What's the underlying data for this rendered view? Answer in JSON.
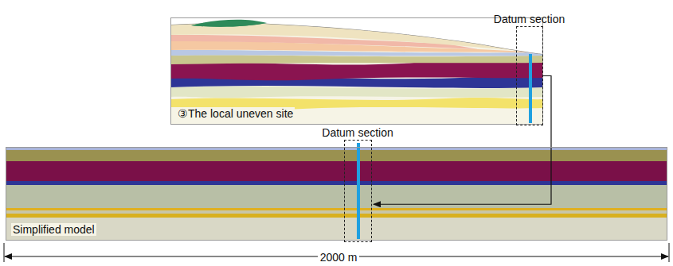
{
  "diagram": {
    "nodes": [
      {
        "text": [
          "③The local uneven site"
        ]
      },
      {
        "text": [
          "Datum section"
        ],
        "in": 0
      },
      {
        "text": [
          "Simplified model"
        ]
      },
      {
        "text": [
          "Datum section"
        ],
        "in": 2
      }
    ],
    "edges": [
      {
        "from": 1,
        "to": 3,
        "arrow": "to"
      }
    ],
    "labels": [
      "2000 m"
    ]
  }
}
